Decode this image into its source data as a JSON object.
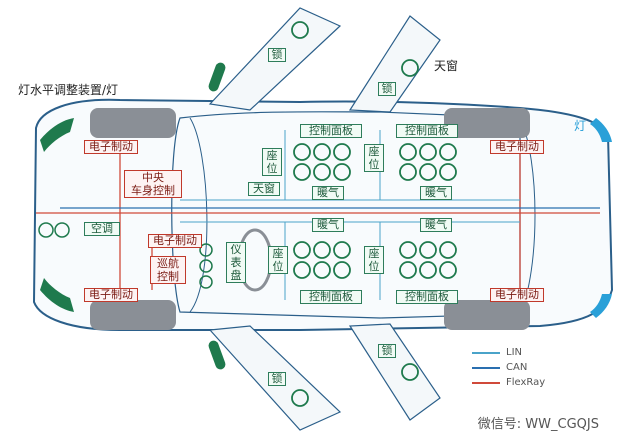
{
  "labels": {
    "headlight_leveling": "灯水平调整装置/灯",
    "sunroof": "天窗",
    "light": "灯",
    "ecu": "电子制动",
    "central_body": "中央\n车身控制",
    "ac": "空调",
    "cruise": "巡航\n控制",
    "dash": "仪\n表\n盘",
    "sunroof_ctrl": "天窗",
    "seat": "座\n位",
    "panel": "控制面板",
    "heater": "暖气",
    "lock": "锁"
  },
  "legend": {
    "items": [
      {
        "name": "LIN",
        "color": "#4aa3c9"
      },
      {
        "name": "CAN",
        "color": "#2a6fb0"
      },
      {
        "name": "FlexRay",
        "color": "#d04a3a"
      }
    ]
  },
  "watermark": "微信号: WW_CGQJS",
  "colors": {
    "car_outline": "#2b5f8a",
    "wheel": "#8a8f96",
    "lin": "#4aa3c9",
    "can": "#2a6fb0",
    "flexray": "#d04a3a",
    "green": "#1f7a4d",
    "accent_blue": "#2aa0d8"
  }
}
